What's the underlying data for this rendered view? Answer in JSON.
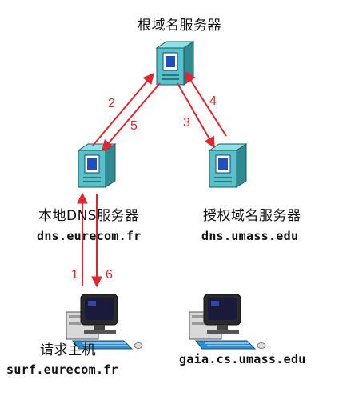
{
  "nodes": {
    "root": {
      "label": "根域名服务器"
    },
    "local_dns": {
      "label": "本地DNS服务器",
      "host": "dns.eurecom.fr"
    },
    "auth_dns": {
      "label": "授权域名服务器",
      "host": "dns.umass.edu"
    },
    "requester": {
      "label": "请求主机",
      "host": "surf.eurecom.fr"
    },
    "target_host": {
      "host": "gaia.cs.umass.edu"
    }
  },
  "steps": [
    "1",
    "2",
    "3",
    "4",
    "5",
    "6"
  ],
  "colors": {
    "arrow": "#e0262e",
    "server_body": "#56c1c9",
    "server_side": "#2f8a92",
    "screen": "#1a1a3a",
    "label_text": "#111111"
  },
  "icons": [
    "server-icon",
    "workstation-icon"
  ]
}
